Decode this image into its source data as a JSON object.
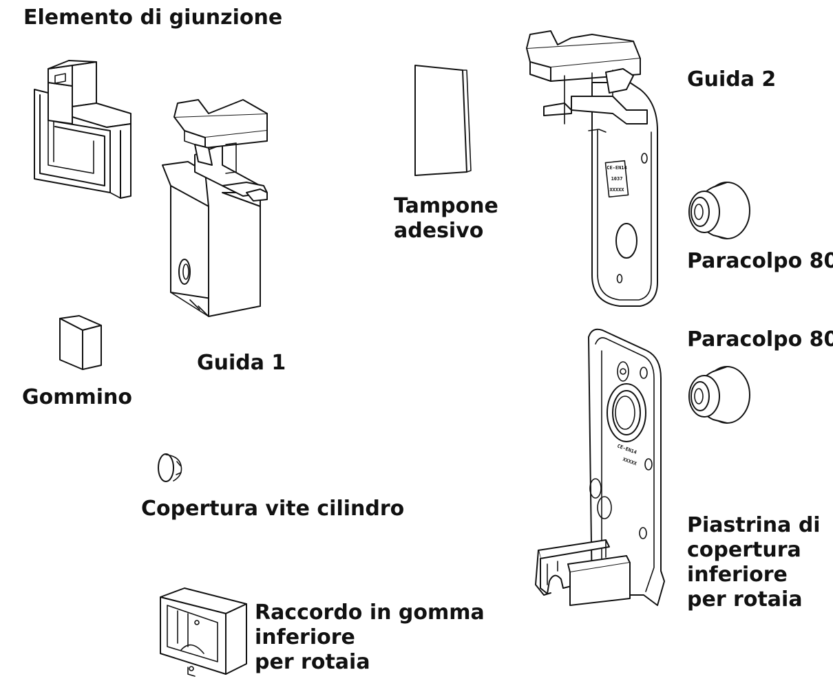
{
  "title": "Elemento di giunzione",
  "labels": {
    "guida1": "Guida 1",
    "gommino": "Gommino",
    "copertura_vite": "Copertura vite cilindro",
    "raccordo": [
      "Raccordo in gomma",
      "inferiore",
      "per rotaia"
    ],
    "tampone": [
      "Tampone",
      "adesivo"
    ],
    "guida2": "Guida 2",
    "paracolpo_top": "Paracolpo 80",
    "paracolpo_bottom": "Paracolpo 80",
    "piastrina": [
      "Piastrina di",
      "copertura",
      "inferiore",
      "per rotaia"
    ]
  },
  "plate_markings": {
    "guida2": [
      "CE-EN14",
      "1037",
      "XXXXX"
    ],
    "piastrina": [
      "CE-EN14",
      "XXXXX"
    ]
  }
}
